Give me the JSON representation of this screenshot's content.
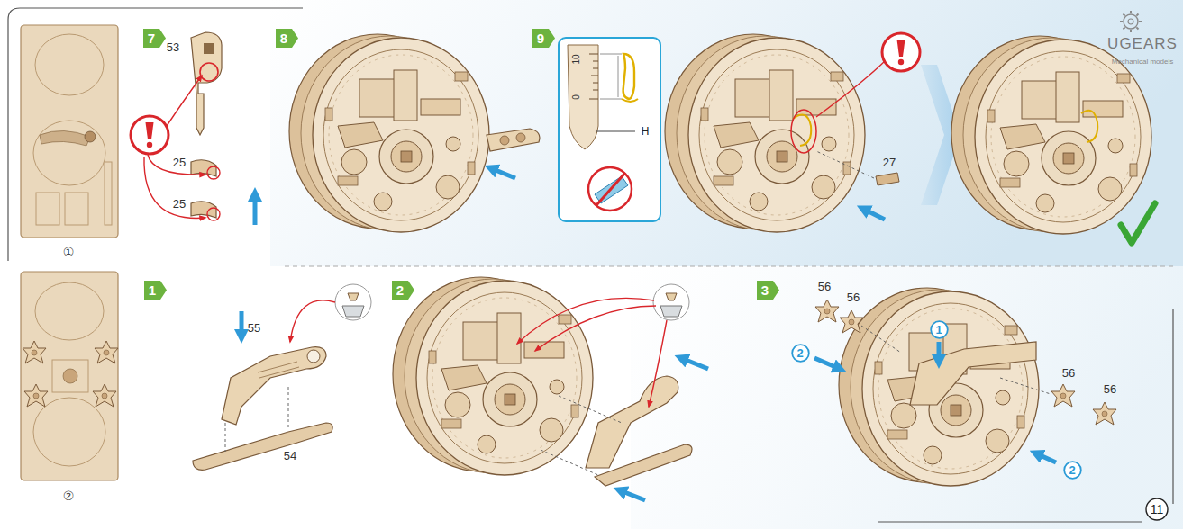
{
  "diagram": {
    "nodes": [
      {
        "text": [
          "7"
        ]
      },
      {
        "text": [
          "8"
        ]
      },
      {
        "text": [
          "9"
        ]
      },
      {
        "text": [
          "1"
        ]
      },
      {
        "text": [
          "2"
        ]
      },
      {
        "text": [
          "3"
        ]
      },
      {
        "text": [
          "1"
        ]
      },
      {
        "text": [
          "2"
        ]
      },
      {
        "text": [
          "2"
        ]
      },
      {
        "text": [
          "11"
        ]
      }
    ],
    "labels": [
      "UGEARS",
      "Mechanical models",
      "①",
      "②",
      "53",
      "25",
      "25",
      "10",
      "0",
      "H",
      "27",
      "55",
      "54",
      "56",
      "56",
      "56",
      "56"
    ]
  }
}
